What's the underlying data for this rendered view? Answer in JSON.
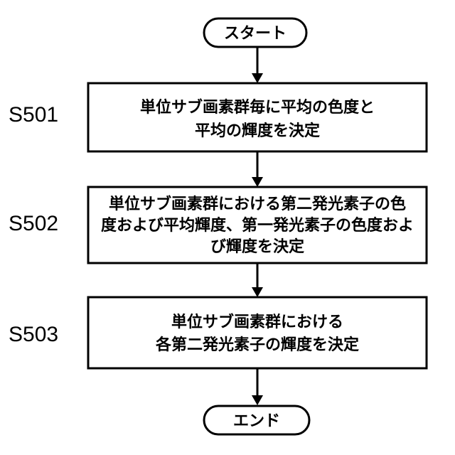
{
  "flowchart": {
    "start_label": "スタート",
    "end_label": "エンド",
    "steps": [
      {
        "id": "S501",
        "lines": [
          "単位サブ画素群毎に平均の色度と",
          "平均の輝度を決定"
        ]
      },
      {
        "id": "S502",
        "lines": [
          "単位サブ画素群における第二発光素子の色",
          "度および平均輝度、第一発光素子の色度およ",
          "び輝度を決定"
        ]
      },
      {
        "id": "S503",
        "lines": [
          "単位サブ画素群における",
          "各第二発光素子の輝度を決定"
        ]
      }
    ]
  }
}
